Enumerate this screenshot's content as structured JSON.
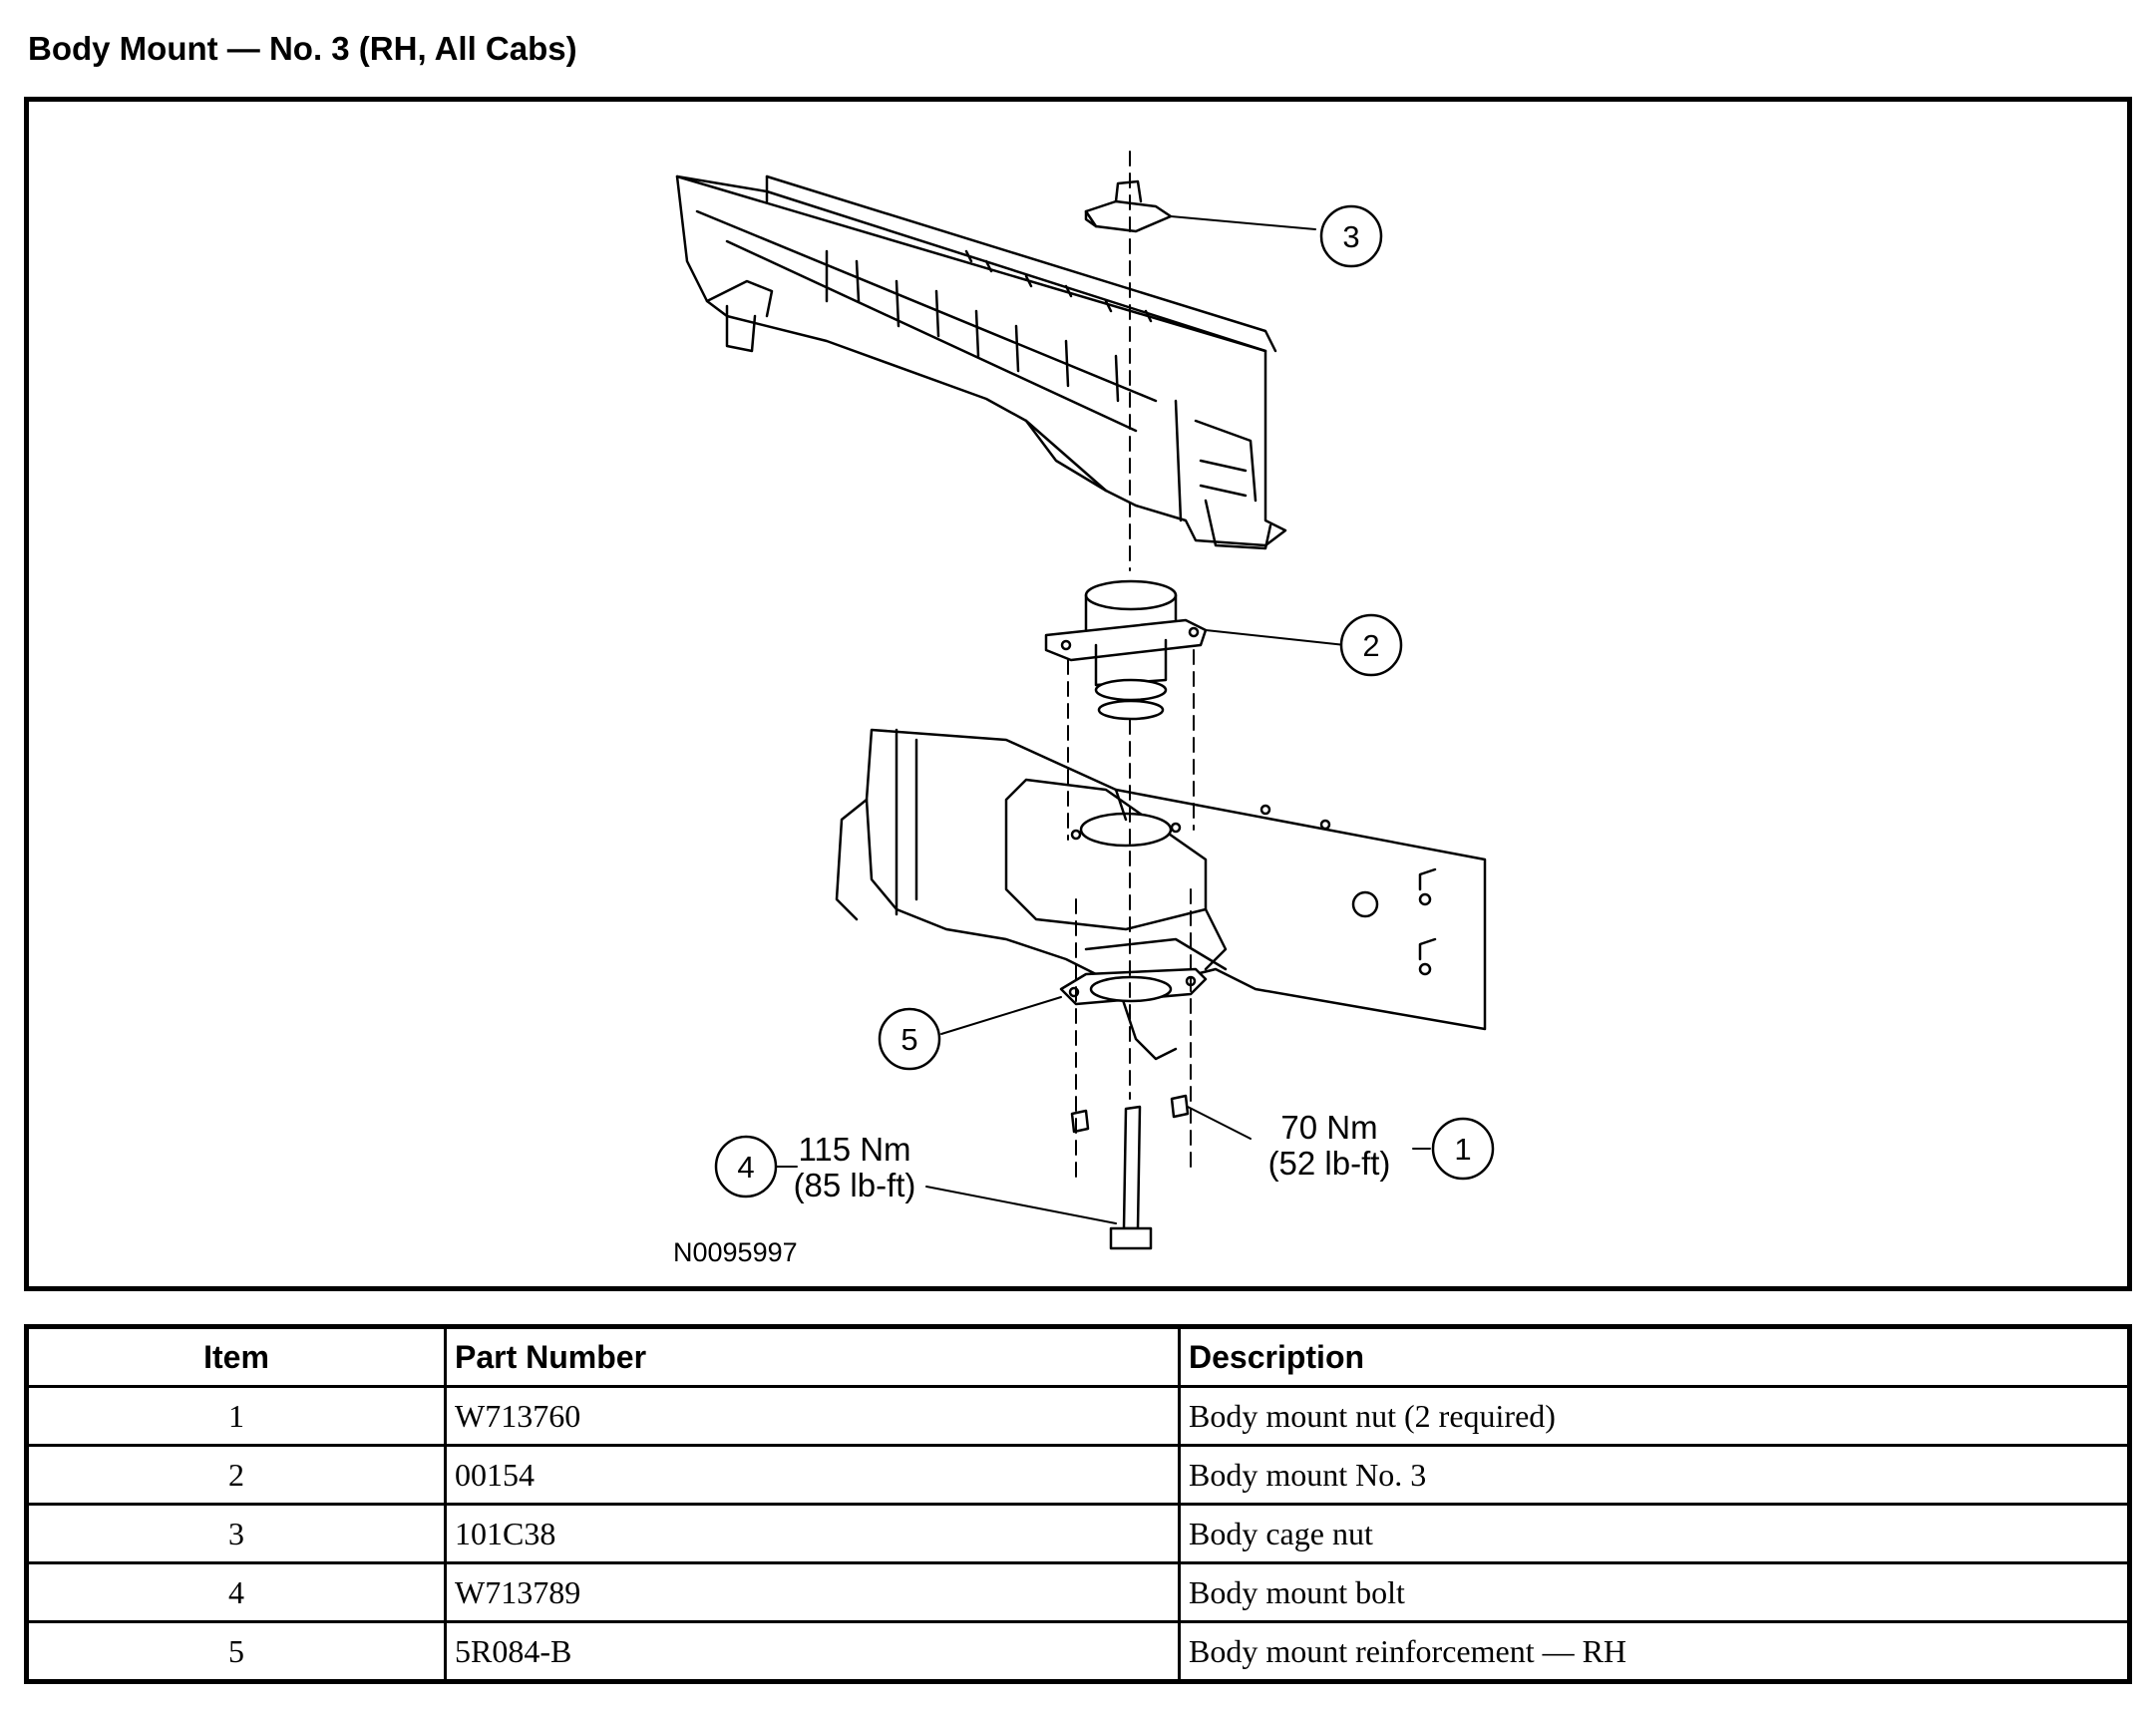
{
  "title": "Body Mount — No. 3 (RH, All Cabs)",
  "figure": {
    "figure_id": "N0095997",
    "callouts": [
      {
        "number": "3"
      },
      {
        "number": "2"
      },
      {
        "number": "5"
      },
      {
        "number": "4",
        "torque_nm": "115 Nm",
        "torque_lbft": "(85 lb-ft)"
      },
      {
        "number": "1",
        "torque_nm": "70 Nm",
        "torque_lbft": "(52 lb-ft)"
      }
    ]
  },
  "table": {
    "headers": {
      "item": "Item",
      "part_number": "Part Number",
      "description": "Description"
    },
    "rows": [
      {
        "item": "1",
        "part_number": "W713760",
        "description": "Body mount nut (2 required)"
      },
      {
        "item": "2",
        "part_number": "00154",
        "description": "Body mount No. 3"
      },
      {
        "item": "3",
        "part_number": "101C38",
        "description": "Body cage nut"
      },
      {
        "item": "4",
        "part_number": "W713789",
        "description": "Body mount bolt"
      },
      {
        "item": "5",
        "part_number": "5R084-B",
        "description": "Body mount reinforcement — RH"
      }
    ]
  }
}
